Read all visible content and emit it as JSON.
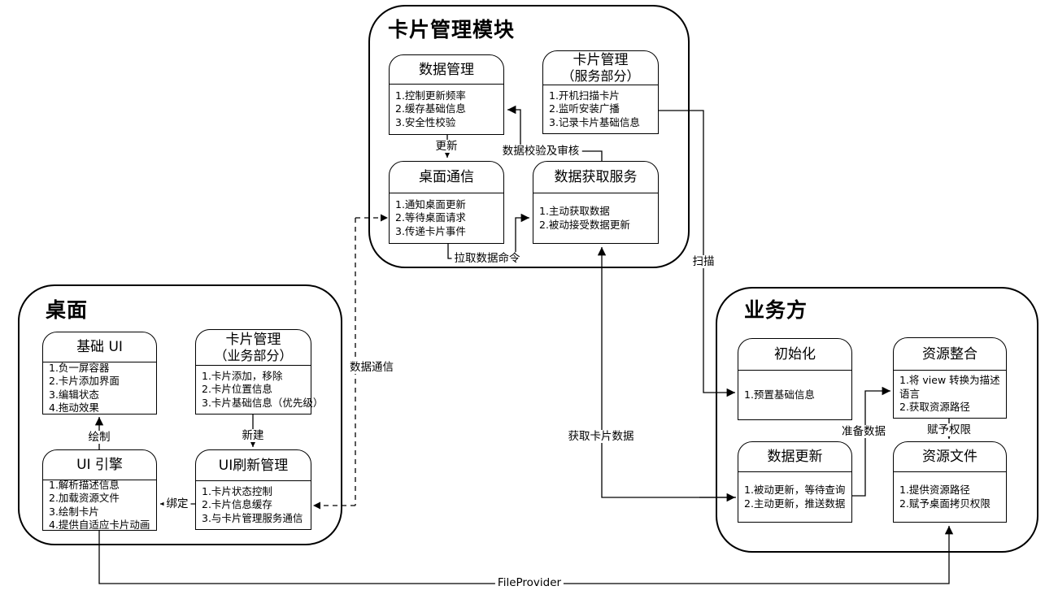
{
  "colors": {
    "line": "#000000",
    "background": "#ffffff",
    "text": "#000000"
  },
  "diagram": {
    "groups": [
      {
        "title": "卡片管理模块",
        "boxes": [
          {
            "title": "数据管理",
            "items": [
              "1.控制更新频率",
              "2.缓存基础信息",
              "3.安全性校验"
            ]
          },
          {
            "title": "卡片管理",
            "subtitle": "（服务部分）",
            "items": [
              "1.开机扫描卡片",
              "2.监听安装广播",
              "3.记录卡片基础信息"
            ]
          },
          {
            "title": "桌面通信",
            "items": [
              "1.通知桌面更新",
              "2.等待桌面请求",
              "3.传递卡片事件"
            ]
          },
          {
            "title": "数据获取服务",
            "items": [
              "1.主动获取数据",
              "2.被动接受数据更新"
            ]
          }
        ]
      },
      {
        "title": "桌面",
        "boxes": [
          {
            "title": "基础 UI",
            "items": [
              "1.负一屏容器",
              "2.卡片添加界面",
              "3.编辑状态",
              "4.拖动效果"
            ]
          },
          {
            "title": "卡片管理",
            "subtitle": "（业务部分）",
            "items": [
              "1.卡片添加，移除",
              "2.卡片位置信息",
              "3.卡片基础信息（优先级）"
            ]
          },
          {
            "title": "UI 引擎",
            "items": [
              "1.解析描述信息",
              "2.加载资源文件",
              "3.绘制卡片",
              "4.提供自适应卡片动画"
            ]
          },
          {
            "title": "UI刷新管理",
            "items": [
              "1.卡片状态控制",
              "2.卡片信息缓存",
              "3.与卡片管理服务通信"
            ]
          }
        ]
      },
      {
        "title": "业务方",
        "boxes": [
          {
            "title": "初始化",
            "items": [
              "1.预置基础信息"
            ]
          },
          {
            "title": "资源整合",
            "items": [
              "1.将 view 转换为描述语言",
              "2.获取资源路径"
            ]
          },
          {
            "title": "数据更新",
            "items": [
              "1.被动更新，等待查询",
              "2.主动更新，推送数据"
            ]
          },
          {
            "title": "资源文件",
            "items": [
              "1.提供资源路径",
              "2.赋予桌面拷贝权限"
            ]
          }
        ]
      }
    ],
    "edge_labels": {
      "update": "更新",
      "verify": "数据校验及审核",
      "pull": "拉取数据命令",
      "datacomm": "数据通信",
      "draw": "绘制",
      "create": "新建",
      "bind": "绑定",
      "scan": "扫描",
      "getcard": "获取卡片数据",
      "prepare": "准备数据",
      "grant": "赋予权限",
      "fileprovider": "FileProvider"
    }
  }
}
